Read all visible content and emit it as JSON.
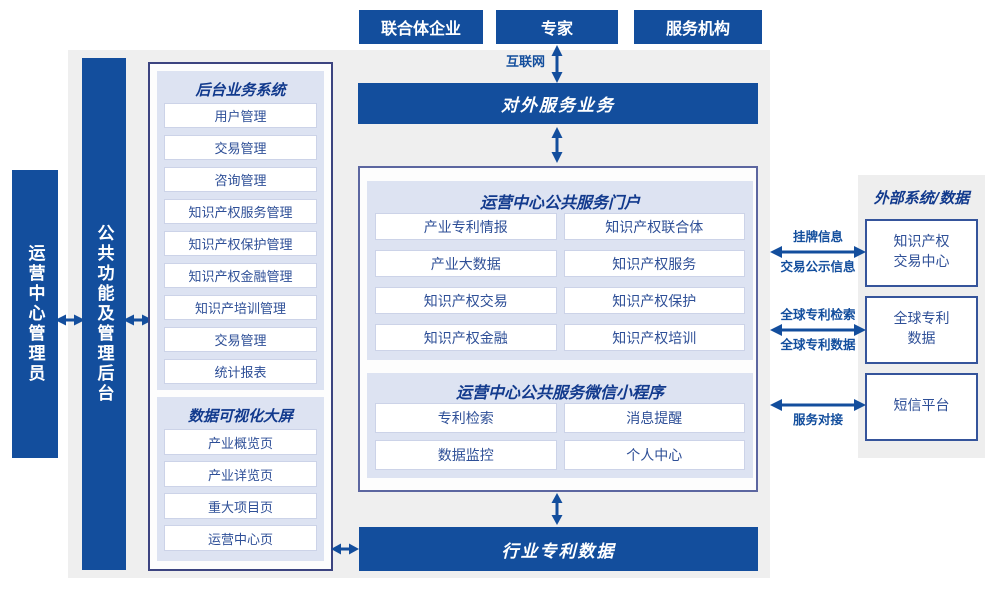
{
  "top_actors": {
    "consortium": "联合体企业",
    "experts": "专家",
    "agencies": "服务机构"
  },
  "internet_label": "互联网",
  "left": {
    "admin_bar": "运营中心管理员",
    "backend_bar": "公共功能及管理后台",
    "backend_system": {
      "title": "后台业务系统",
      "items": [
        "用户管理",
        "交易管理",
        "咨询管理",
        "知识产权服务管理",
        "知识产权保护管理",
        "知识产权金融管理",
        "知识产培训管理",
        "交易管理",
        "统计报表"
      ]
    },
    "dashboard": {
      "title": "数据可视化大屏",
      "items": [
        "产业概览页",
        "产业详览页",
        "重大项目页",
        "运营中心页"
      ]
    }
  },
  "center": {
    "external_service_bar": "对外服务业务",
    "portal": {
      "title": "运营中心公共服务门户",
      "items": [
        "产业专利情报",
        "知识产权联合体",
        "产业大数据",
        "知识产权服务",
        "知识产权交易",
        "知识产权保护",
        "知识产权金融",
        "知识产权培训"
      ]
    },
    "miniprogram": {
      "title": "运营中心公共服务微信小程序",
      "items": [
        "专利检索",
        "消息提醒",
        "数据监控",
        "个人中心"
      ]
    },
    "industry_patent_bar": "行业专利数据"
  },
  "right": {
    "title": "外部系统/数据",
    "systems": [
      "知识产权\n交易中心",
      "全球专利\n数据",
      "短信平台"
    ],
    "links": [
      {
        "top": "挂牌信息",
        "bottom": "交易公示信息"
      },
      {
        "top": "全球专利检索",
        "bottom": "全球专利数据"
      },
      {
        "top": "",
        "bottom": "服务对接"
      }
    ]
  },
  "colors": {
    "primary_blue": "#134e9d",
    "header_text_blue": "#123a8d",
    "item_text_blue": "#2e4f97",
    "panel_lavender": "#dde3f2",
    "canvas_gray": "#efefef"
  }
}
